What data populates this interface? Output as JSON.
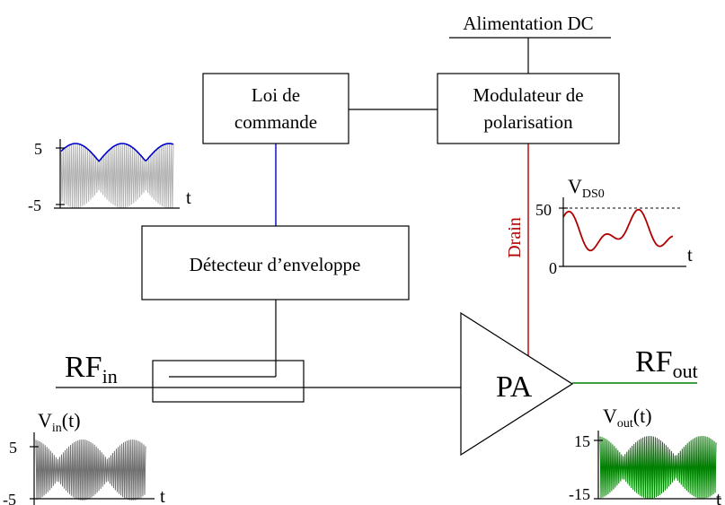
{
  "labels": {
    "alimentation": "Alimentation DC",
    "loi_line1": "Loi de",
    "loi_line2": "commande",
    "modulateur_line1": "Modulateur de",
    "modulateur_line2": "polarisation",
    "detecteur": "Détecteur d’enveloppe",
    "drain": "Drain",
    "pa": "PA",
    "rf_in_main": "RF",
    "rf_in_sub": "in",
    "rf_out_main": "RF",
    "rf_out_sub": "out"
  },
  "plots": {
    "envelope": {
      "tick_top": "5",
      "tick_bottom": "-5",
      "xlabel": "t"
    },
    "vds": {
      "title_main": "V",
      "title_sub": "DS0",
      "tick_top": "50",
      "tick_bottom": "0",
      "xlabel": "t"
    },
    "vin": {
      "title_main": "V",
      "title_sub": "in",
      "title_suffix": "(t)",
      "tick_top": "5",
      "tick_bottom": "-5",
      "xlabel": "t"
    },
    "vout": {
      "title_main": "V",
      "title_sub": "out",
      "title_suffix": "(t)",
      "tick_top": "15",
      "tick_bottom": "-15",
      "xlabel": "t"
    }
  },
  "colors": {
    "envelope_line": "#0000cc",
    "envelope_carrier": "#b0b0b0",
    "control_wire": "#0000cc",
    "drain_wire": "#b00000",
    "vds_curve": "#b00000",
    "vin_signal": "#707070",
    "vout_signal": "#008000",
    "output_wire": "#008000"
  }
}
